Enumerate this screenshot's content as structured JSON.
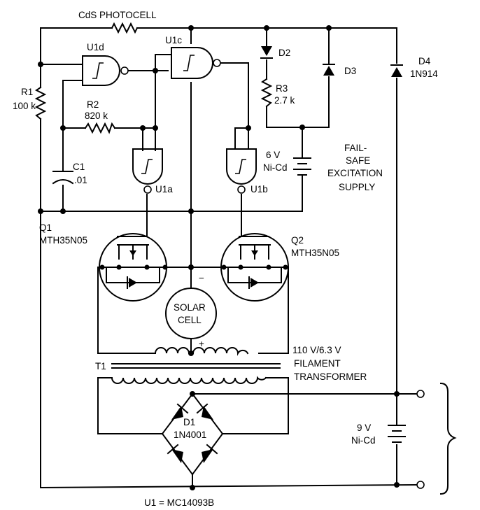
{
  "labels": {
    "photocell": "CdS PHOTOCELL",
    "r1_name": "R1",
    "r1_value": "100 k",
    "r2_name": "R2",
    "r2_value": "820 k",
    "r3_name": "R3",
    "r3_value": "2.7 k",
    "c1_name": "C1",
    "c1_value": ".01",
    "u1d": "U1d",
    "u1c": "U1c",
    "u1a": "U1a",
    "u1b": "U1b",
    "d2": "D2",
    "d3": "D3",
    "d4_name": "D4",
    "d4_part": "1N914",
    "batt6_v": "6 V",
    "batt6_type": "Ni-Cd",
    "failsafe_1": "FAIL-",
    "failsafe_2": "SAFE",
    "failsafe_3": "EXCITATION",
    "failsafe_4": "SUPPLY",
    "q1_name": "Q1",
    "q1_part": "MTH35N05",
    "q2_name": "Q2",
    "q2_part": "MTH35N05",
    "solar_1": "SOLAR",
    "solar_2": "CELL",
    "minus": "−",
    "plus": "+",
    "xfmr_1": "110 V/6.3 V",
    "xfmr_2": "FILAMENT",
    "xfmr_3": "TRANSFORMER",
    "t1": "T1",
    "d1_name": "D1",
    "d1_part": "1N4001",
    "batt9_v": "9 V",
    "batt9_type": "Ni-Cd",
    "u1_note": "U1 = MC14093B"
  }
}
